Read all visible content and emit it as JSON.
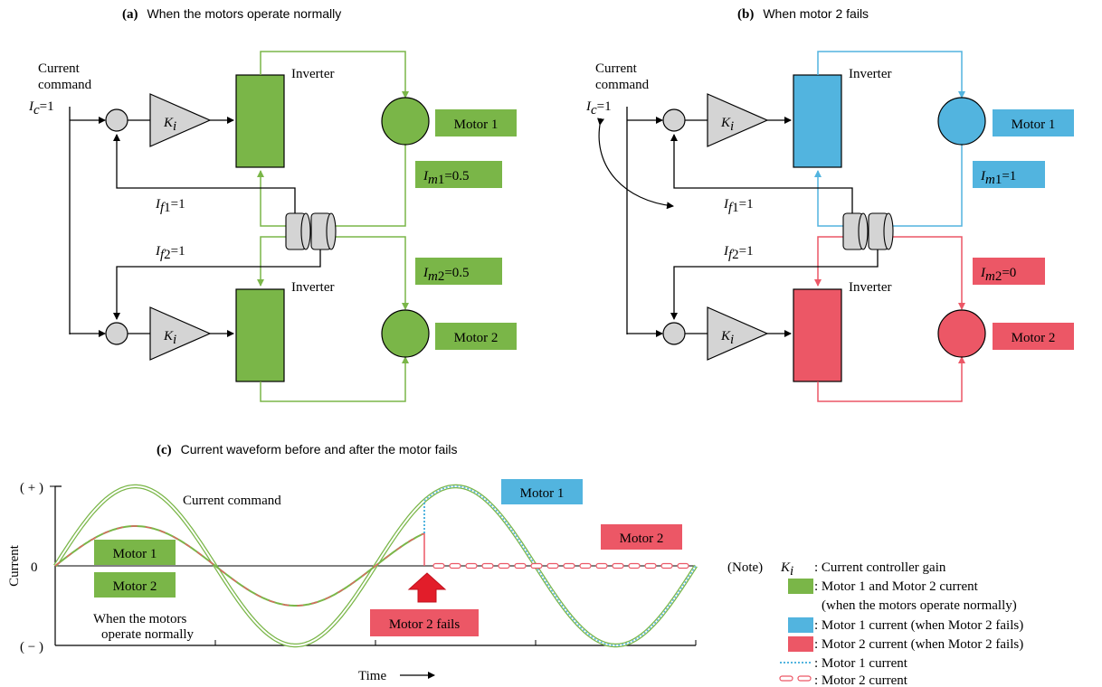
{
  "panel_a": {
    "letter": "(a)",
    "title": "When the motors operate normally",
    "current_command_line1": "Current",
    "current_command_line2": "command",
    "ic": "=1",
    "gain": "K",
    "gain_sub": "i",
    "inverter_top": "Inverter",
    "inverter_bottom": "Inverter",
    "motor1": "Motor 1",
    "motor2": "Motor 2",
    "im1_value": "=0.5",
    "im2_value": "=0.5",
    "if1_value": "=1",
    "if2_value": "=1"
  },
  "panel_b": {
    "letter": "(b)",
    "title": "When motor 2 fails",
    "current_command_line1": "Current",
    "current_command_line2": "command",
    "ic": "=1",
    "gain": "K",
    "gain_sub": "i",
    "inverter_top": "Inverter",
    "inverter_bottom": "Inverter",
    "motor1": "Motor 1",
    "motor2": "Motor 2",
    "im1_value": "=1",
    "im2_value": "=0",
    "if1_value": "=1",
    "if2_value": "=1"
  },
  "panel_c": {
    "letter": "(c)",
    "title": "Current waveform before and after the motor fails",
    "y_plus": "( + )",
    "y_zero": "0",
    "y_minus": "( − )",
    "ylabel": "Current",
    "xlabel": "Time",
    "current_command": "Current command",
    "motor1_label": "Motor 1",
    "motor2_label": "Motor 2",
    "normal_line1": "When the motors",
    "normal_line2": "operate normally",
    "after_motor1": "Motor 1",
    "after_motor2": "Motor 2",
    "fail_label": "Motor 2 fails"
  },
  "note": {
    "prefix": "(Note)",
    "ki": "K",
    "ki_sub": "i",
    "ki_desc": ": Current controller gain",
    "green_desc": ": Motor 1 and Motor 2 current",
    "green_desc2": "(when the motors operate normally)",
    "blue_desc": ": Motor 1 current (when Motor 2 fails)",
    "red_desc": ": Motor 2 current (when Motor 2 fails)",
    "dotted_desc": ": Motor 1 current",
    "dashed_desc": ": Motor 2 current"
  },
  "colors": {
    "green": "#7ab648",
    "blue": "#52b4df",
    "red": "#ec5766",
    "grey": "#d4d4d4"
  }
}
